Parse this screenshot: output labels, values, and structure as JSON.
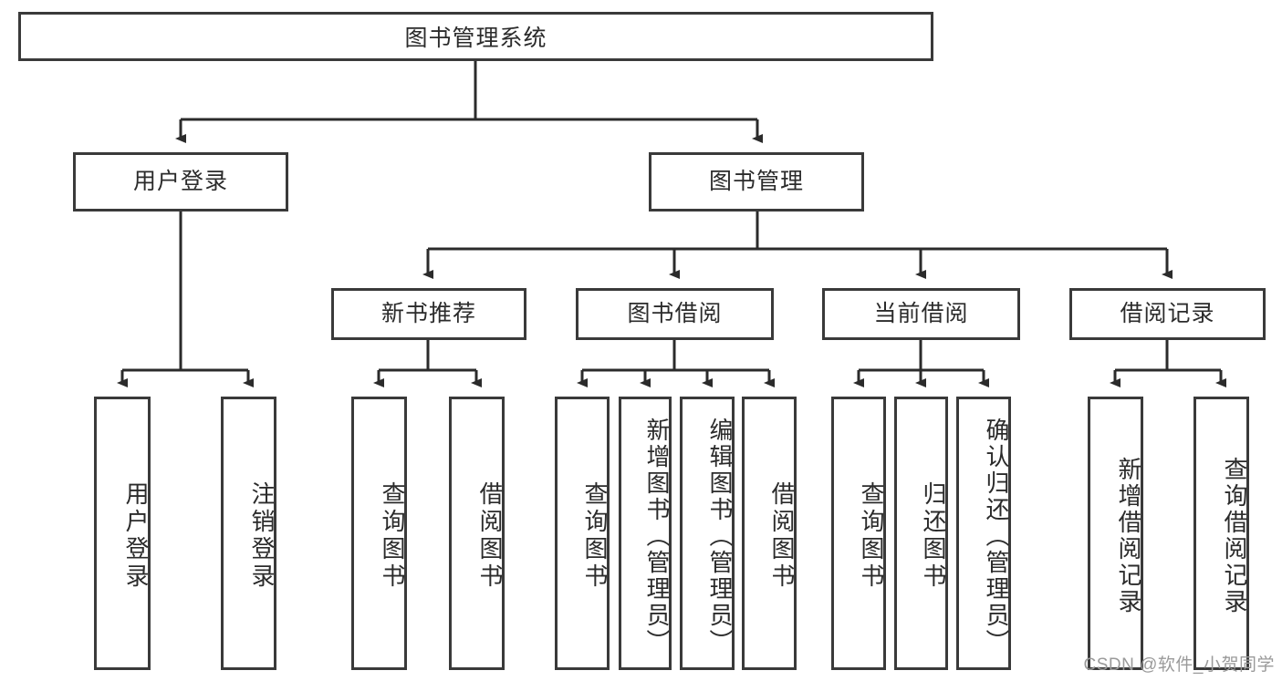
{
  "diagram": {
    "title": "图书管理系统",
    "watermark": "CSDN @软件_小贺同学",
    "colors": {
      "node_border": "#3a3a3a",
      "node_fill": "#ffffff",
      "edge": "#2b2b2b",
      "text": "#2b2b2b",
      "watermark": "#9a9a9a",
      "background": "#ffffff"
    },
    "root": {
      "label": "图书管理系统"
    },
    "level2": [
      {
        "label": "用户登录"
      },
      {
        "label": "图书管理"
      }
    ],
    "level3": [
      {
        "label": "新书推荐"
      },
      {
        "label": "图书借阅"
      },
      {
        "label": "当前借阅"
      },
      {
        "label": "借阅记录"
      }
    ],
    "leaves": [
      {
        "label": "用户登录",
        "parent": "用户登录"
      },
      {
        "label": "注销登录",
        "parent": "用户登录"
      },
      {
        "label": "查询图书",
        "parent": "新书推荐"
      },
      {
        "label": "借阅图书",
        "parent": "新书推荐"
      },
      {
        "label": "查询图书",
        "parent": "图书借阅"
      },
      {
        "label": "新增图书（管理员）",
        "parent": "图书借阅"
      },
      {
        "label": "编辑图书（管理员）",
        "parent": "图书借阅"
      },
      {
        "label": "借阅图书",
        "parent": "图书借阅"
      },
      {
        "label": "查询图书",
        "parent": "当前借阅"
      },
      {
        "label": "归还图书",
        "parent": "当前借阅"
      },
      {
        "label": "确认归还（管理员）",
        "parent": "当前借阅"
      },
      {
        "label": "新增借阅记录",
        "parent": "借阅记录"
      },
      {
        "label": "查询借阅记录",
        "parent": "借阅记录"
      }
    ]
  }
}
